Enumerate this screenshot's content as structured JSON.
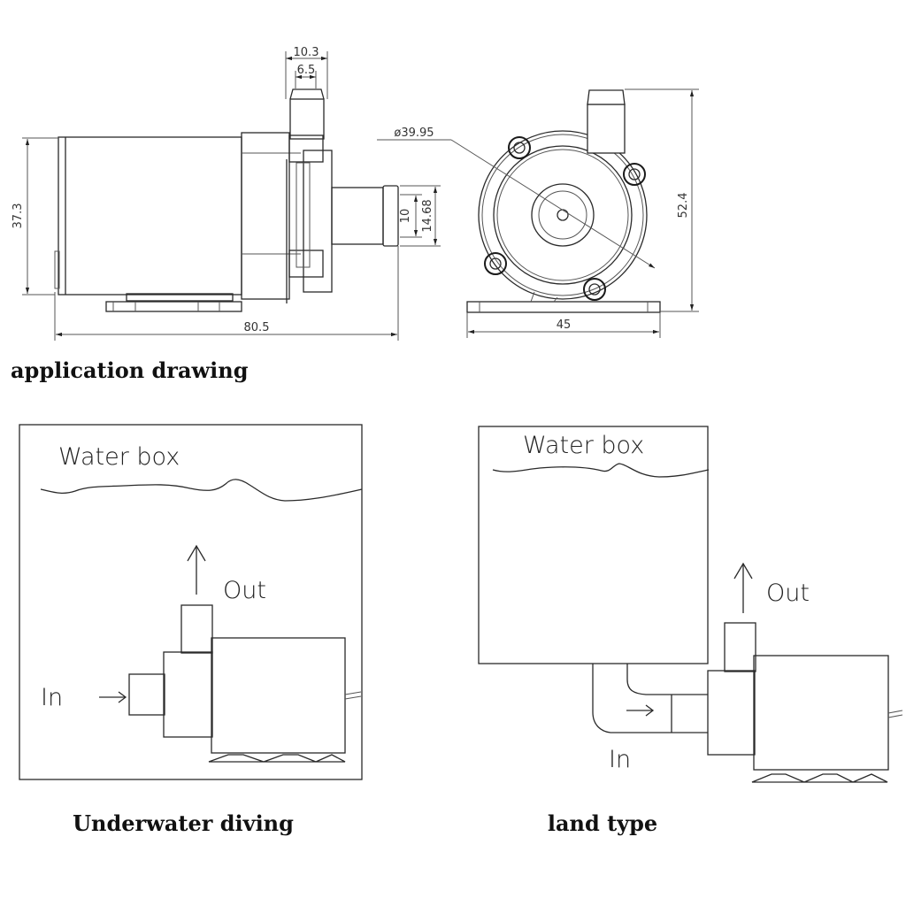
{
  "title": "application drawing",
  "dimensions": {
    "outlet_outer": "10.3",
    "outlet_inner": "6.5",
    "body_height": "37.3",
    "total_length": "80.5",
    "inlet_inner": "10",
    "inlet_outer": "14.68",
    "impeller_diameter": "ø39.95",
    "total_height": "52.4",
    "base_width": "45"
  },
  "panels": {
    "underwater": {
      "box_label": "Water box",
      "out_label": "Out",
      "in_label": "In",
      "caption": "Underwater diving"
    },
    "land": {
      "box_label": "Water box",
      "out_label": "Out",
      "in_label": "In",
      "caption": "land type"
    }
  }
}
